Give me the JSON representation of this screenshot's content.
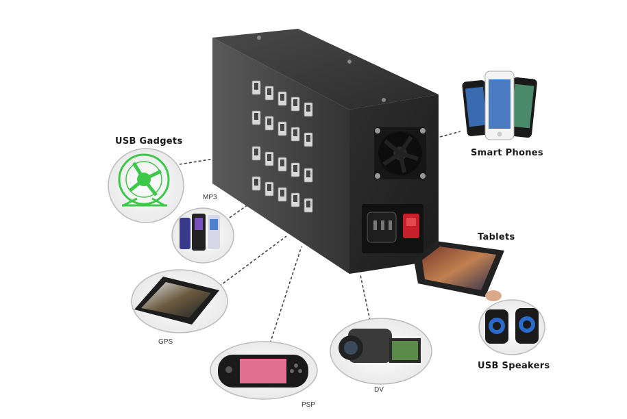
{
  "labels": {
    "usb_gadgets": "USB Gadgets",
    "mp3": "MP3",
    "gps": "GPS",
    "psp": "PSP",
    "dv": "DV",
    "smart_phones": "Smart Phones",
    "tablets": "Tablets",
    "usb_speakers": "USB Speakers"
  },
  "colors": {
    "case_dark": "#2b2b2b",
    "fan_green": "#3ec84a",
    "psp_screen": "#e0708e",
    "switch_red": "#c8202a"
  },
  "usb_port_grid": {
    "rows": 4,
    "columns": 5
  }
}
